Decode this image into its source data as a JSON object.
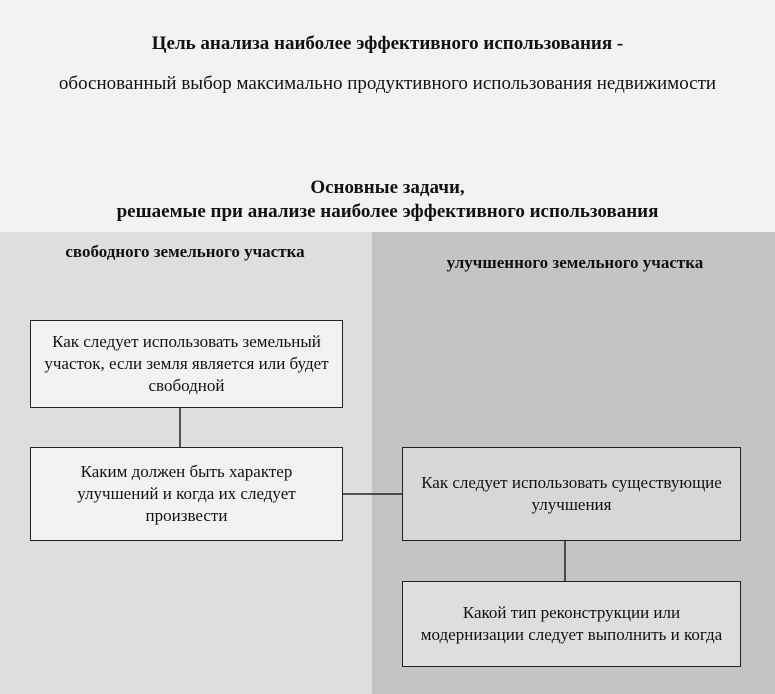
{
  "goal": {
    "title": "Цель анализа наиболее эффективного использования -",
    "text": "обоснованный выбор максимально продуктивного использования недвижимости"
  },
  "tasks": {
    "title_line1": "Основные задачи,",
    "title_line2": "решаемые при анализе наиболее эффективного использования"
  },
  "columns": {
    "left_header": "свободного земельного участка",
    "right_header": "улучшенного земельного участка"
  },
  "boxes": {
    "free_use": "Как следует использовать земельный участок, если земля является или будет свободной",
    "improvements": "Каким должен быть характер улучшений и когда их следует произвести",
    "existing": "Как следует использовать существующие улучшения",
    "reconstruction": "Какой тип реконструкции или модернизации следует выполнить и когда"
  },
  "colors": {
    "top_band": "#f2f2f2",
    "left_band": "#dedede",
    "right_band": "#c4c4c4",
    "border": "#222222"
  }
}
